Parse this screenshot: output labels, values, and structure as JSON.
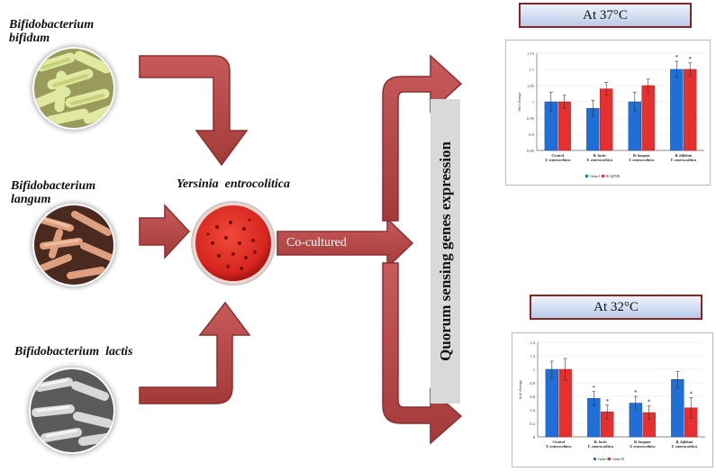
{
  "bacteria": [
    {
      "name": "Bifidobacterium\nbifidum"
    },
    {
      "name": "Bifidobacterium\nlangum"
    },
    {
      "name": "Bifidobacterium  lactis"
    }
  ],
  "target": {
    "name": "Yersinia  entrocolitica"
  },
  "cocultured_label": "Co-cultured",
  "qs_label": "Quorum sensing genes expression",
  "colors": {
    "arrow": "#b84545",
    "arrow_edge": "#8b2f2f",
    "gene_i": "#1f6fd6",
    "gene_r": "#e53030"
  },
  "charts": [
    {
      "temp_label": "At 37°C",
      "chart_data": {
        "type": "bar",
        "ylabel": "fold change",
        "ylim": [
          0.85,
          1.15
        ],
        "yticks": [
          "0.85",
          "0.9",
          "0.95",
          "1",
          "1.05",
          "1.1",
          "1.15"
        ],
        "categories": [
          [
            "Control",
            "Y. enterocolitica"
          ],
          [
            "B. lactis",
            "Y. enterocolitica"
          ],
          [
            "B. langum",
            "Y. enterocolitica"
          ],
          [
            "B. bifidum",
            "Y. enterocolitica"
          ]
        ],
        "series": [
          {
            "name": "Gene I",
            "values": [
              1.0,
              0.98,
              1.0,
              1.1
            ],
            "errors": [
              0.03,
              0.025,
              0.03,
              0.025
            ]
          },
          {
            "name": "R GENE",
            "values": [
              1.0,
              1.04,
              1.05,
              1.1
            ],
            "errors": [
              0.02,
              0.02,
              0.02,
              0.02
            ]
          }
        ],
        "significant": [
          [
            false,
            false
          ],
          [
            false,
            false
          ],
          [
            false,
            false
          ],
          [
            true,
            true
          ]
        ],
        "legend": "bottom"
      }
    },
    {
      "temp_label": "At  32°C",
      "chart_data": {
        "type": "bar",
        "ylabel": "fold change",
        "ylim": [
          0,
          1.4
        ],
        "yticks": [
          "0",
          "0.2",
          "0.4",
          "0.6",
          "0.8",
          "1",
          "1.2",
          "1.4"
        ],
        "categories": [
          [
            "Control",
            "Y. enterocolitica"
          ],
          [
            "B. lactis",
            "Y. enterocolitica"
          ],
          [
            "B. langum",
            "Y. enterocolitica"
          ],
          [
            "B. bifidum",
            "Y. enterocolitica"
          ]
        ],
        "series": [
          {
            "name": "Gene I",
            "values": [
              1.0,
              0.57,
              0.5,
              0.85
            ],
            "errors": [
              0.12,
              0.1,
              0.1,
              0.12
            ]
          },
          {
            "name": "Gene R",
            "values": [
              1.0,
              0.37,
              0.36,
              0.43
            ],
            "errors": [
              0.16,
              0.1,
              0.1,
              0.15
            ]
          }
        ],
        "significant": [
          [
            false,
            false
          ],
          [
            true,
            true
          ],
          [
            true,
            true
          ],
          [
            false,
            true
          ]
        ],
        "legend": "bottom-right"
      }
    }
  ]
}
